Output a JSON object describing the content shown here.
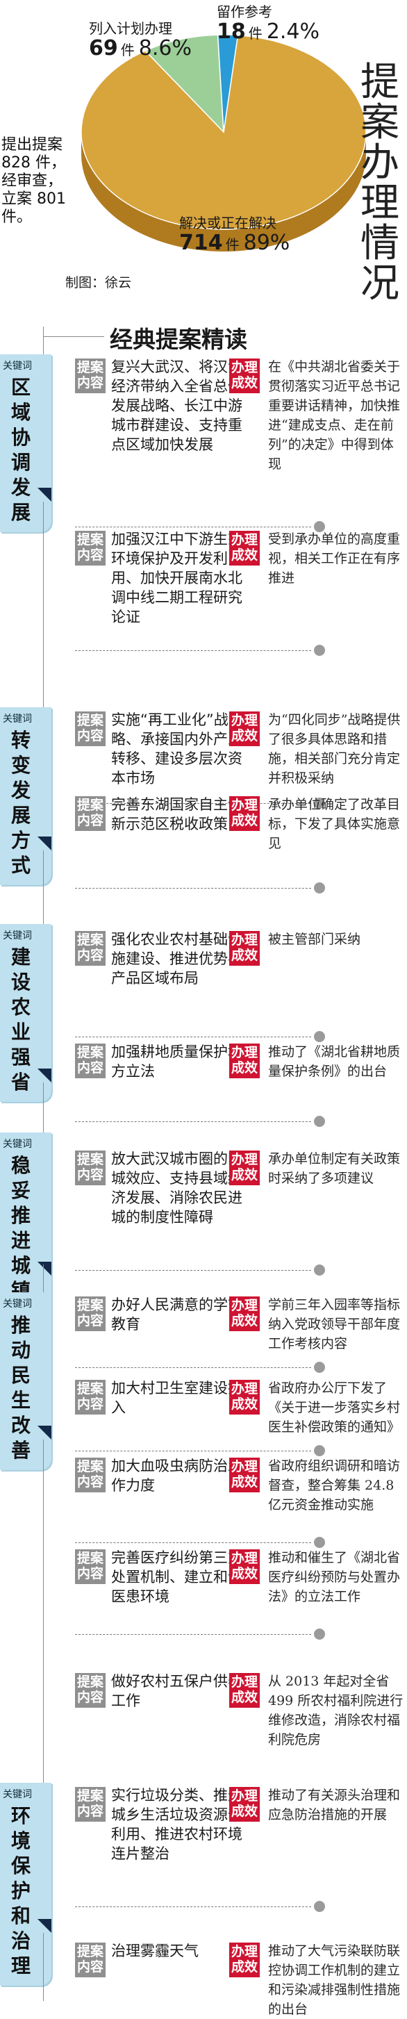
{
  "title": "提案办理情况",
  "pie": {
    "colors": {
      "top": "#d8a43c",
      "side": "#b07a1f",
      "plan": "#9ccf97",
      "plan_side": "#6fa86b",
      "reserve": "#2a9bd6",
      "reserve_side": "#1b74a8"
    },
    "slices": [
      {
        "label": "解决或正在解决",
        "count": "714",
        "unit": "件",
        "percent": "89%"
      },
      {
        "label": "列入计划办理",
        "count": "69",
        "unit": "件",
        "percent": "8.6%"
      },
      {
        "label": "留作参考",
        "count": "18",
        "unit": "件",
        "percent": "2.4%"
      }
    ],
    "values": [
      714,
      69,
      18
    ],
    "note_lines": [
      "提出提案",
      "828 件，",
      "经审查，",
      "立案 801",
      "件。"
    ],
    "credit": "制图：徐云"
  },
  "section_title": "经典提案精读",
  "tags": {
    "proposal": "提案内容",
    "result": "办理成效",
    "keyword": "关键词"
  },
  "groups": [
    {
      "keyword": "区域协调发展",
      "items": [
        {
          "proposal": "复兴大武汉、将汉江经济带纳入全省总体发展战略、长江中游城市群建设、支持重点区域加快发展",
          "result": "在《中共湖北省委关于贯彻落实习近平总书记重要讲话精神，加快推进“建成支点、走在前列”的决定》中得到体现"
        },
        {
          "proposal": "加强汉江中下游生态环境保护及开发利用、加快开展南水北调中线二期工程研究论证",
          "result": "受到承办单位的高度重视，相关工作正在有序推进"
        }
      ]
    },
    {
      "keyword": "转变发展方式",
      "items": [
        {
          "proposal": "实施“再工业化”战略、承接国内外产业转移、建设多层次资本市场",
          "result": "为“四化同步”战略提供了很多具体思路和措施，相关部门充分肯定并积极采纳"
        },
        {
          "proposal": "完善东湖国家自主创新示范区税收政策",
          "result": "承办单位确定了改革目标，下发了具体实施意见"
        }
      ]
    },
    {
      "keyword": "建设农业强省",
      "items": [
        {
          "proposal": "强化农业农村基础设施建设、推进优势农产品区域布局",
          "result": "被主管部门采纳"
        },
        {
          "proposal": "加强耕地质量保护地方立法",
          "result": "推动了《湖北省耕地质量保护条例》的出台"
        }
      ]
    },
    {
      "keyword": "稳妥推进城镇化",
      "items": [
        {
          "proposal": "放大武汉城市圈的同城效应、支持县域经济发展、消除农民进城的制度性障碍",
          "result": "承办单位制定有关政策时采纳了多项建议"
        }
      ]
    },
    {
      "keyword": "推动民生改善",
      "items": [
        {
          "proposal": "办好人民满意的学前教育",
          "result": "学前三年入园率等指标纳入党政领导干部年度工作考核内容"
        },
        {
          "proposal": "加大村卫生室建设投入",
          "result": "省政府办公厅下发了《关于进一步落实乡村医生补偿政策的通知》"
        },
        {
          "proposal": "加大血吸虫病防治工作力度",
          "result": "省政府组织调研和暗访督查，整合筹集 24.8 亿元资金推动实施"
        },
        {
          "proposal": "完善医疗纠纷第三方处置机制、建立和谐医患环境",
          "result": "推动和催生了《湖北省医疗纠纷预防与处置办法》的立法工作"
        },
        {
          "proposal": "做好农村五保户供养工作",
          "result": "从 2013 年起对全省 499 所农村福利院进行维修改造，消除农村福利院危房"
        }
      ]
    },
    {
      "keyword": "环境保护和治理",
      "items": [
        {
          "proposal": "实行垃圾分类、推进城乡生活垃圾资源化利用、推进农村环境连片整治",
          "result": "推动了有关源头治理和应急防治措施的开展"
        },
        {
          "proposal": "治理雾霾天气",
          "result": "推动了大气污染联防联控协调工作机制的建立和污染减排强制性措施的出台"
        }
      ]
    }
  ]
}
